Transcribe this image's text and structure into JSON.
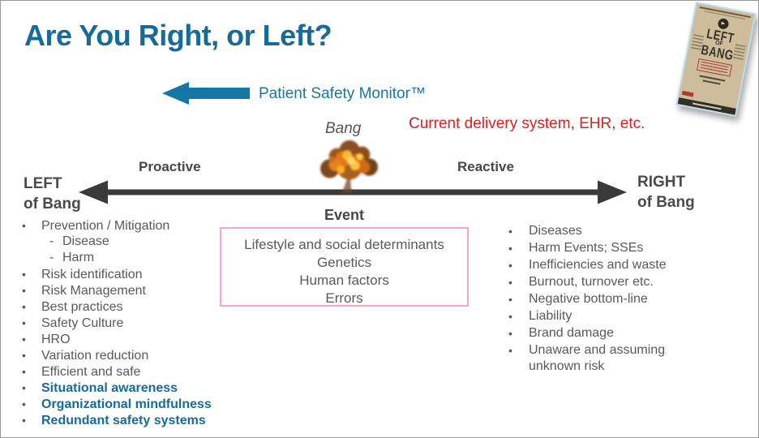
{
  "slide": {
    "title": "Are You Right, or Left?",
    "psm_label": "Patient Safety Monitor™",
    "bang_label": "Bang",
    "current_system_label": "Current delivery system, EHR, etc.",
    "proactive_label": "Proactive",
    "reactive_label": "Reactive",
    "left_of_bang": {
      "line1": "LEFT",
      "line2": "of Bang"
    },
    "right_of_bang": {
      "line1": "RIGHT",
      "line2": "of Bang"
    },
    "event": {
      "title": "Event",
      "items": [
        "Lifestyle and social determinants",
        "Genetics",
        "Human factors",
        "Errors"
      ]
    },
    "left_list": [
      {
        "text": "Prevention / Mitigation",
        "level": 1,
        "highlight": false
      },
      {
        "text": "Disease",
        "level": 2,
        "highlight": false
      },
      {
        "text": "Harm",
        "level": 2,
        "highlight": false
      },
      {
        "text": "Risk identification",
        "level": 1,
        "highlight": false
      },
      {
        "text": "Risk Management",
        "level": 1,
        "highlight": false
      },
      {
        "text": "Best practices",
        "level": 1,
        "highlight": false
      },
      {
        "text": "Safety Culture",
        "level": 1,
        "highlight": false
      },
      {
        "text": "HRO",
        "level": 1,
        "highlight": false
      },
      {
        "text": "Variation reduction",
        "level": 1,
        "highlight": false
      },
      {
        "text": "Efficient and safe",
        "level": 1,
        "highlight": false
      },
      {
        "text": "Situational awareness",
        "level": 1,
        "highlight": true
      },
      {
        "text": "Organizational mindfulness",
        "level": 1,
        "highlight": true
      },
      {
        "text": "Redundant safety systems",
        "level": 1,
        "highlight": true
      }
    ],
    "right_list": [
      "Diseases",
      "Harm Events; SSEs",
      "Inefficiencies and waste",
      "Burnout, turnover etc.",
      "Negative bottom-line",
      "Liability",
      "Brand damage",
      "Unaware and assuming unknown risk"
    ],
    "book": {
      "title_line1": "LEFT",
      "title_line2": "OF",
      "title_line3": "BANG"
    },
    "colors": {
      "accent_blue": "#166A9C",
      "teal_arrow": "#1576A8",
      "alert_red": "#DD2020",
      "text_gray": "#595959",
      "arrow_dark": "#3A3A3A",
      "event_box_border": "#F0A8C8"
    }
  }
}
